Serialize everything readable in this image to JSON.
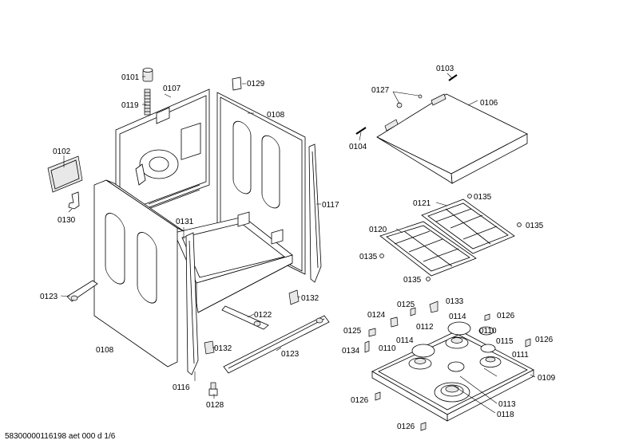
{
  "drawing_id": "58300000116198 aet 000 d 1/6",
  "labels": {
    "p0101": "0101",
    "p0107": "0107",
    "p0129": "0129",
    "p0119": "0119",
    "p0108_back": "0108",
    "p0102": "0102",
    "p0130": "0130",
    "p0131": "0131",
    "p0117": "0117",
    "p0123_left": "0123",
    "p0132_right": "0132",
    "p0122": "0122",
    "p0108_side": "0108",
    "p0132_bottom": "0132",
    "p0123_bottom": "0123",
    "p0116": "0116",
    "p0128": "0128",
    "p0103": "0103",
    "p0127": "0127",
    "p0106": "0106",
    "p0104": "0104",
    "p0121": "0121",
    "p0135_a": "0135",
    "p0135_b": "0135",
    "p0120": "0120",
    "p0135_c": "0135",
    "p0135_d": "0135",
    "p0125_a": "0125",
    "p0133": "0133",
    "p0124": "0124",
    "p0126_a": "0126",
    "p0112": "0112",
    "p0114_a": "0114",
    "p0110_a": "0110",
    "p0125_b": "0125",
    "p0115": "0115",
    "p0126_b": "0126",
    "p0134": "0134",
    "p0110_b": "0110",
    "p0114_b": "0114",
    "p0111": "0111",
    "p0109": "0109",
    "p0126_c": "0126",
    "p0113": "0113",
    "p0118": "0118",
    "p0126_d": "0126"
  }
}
